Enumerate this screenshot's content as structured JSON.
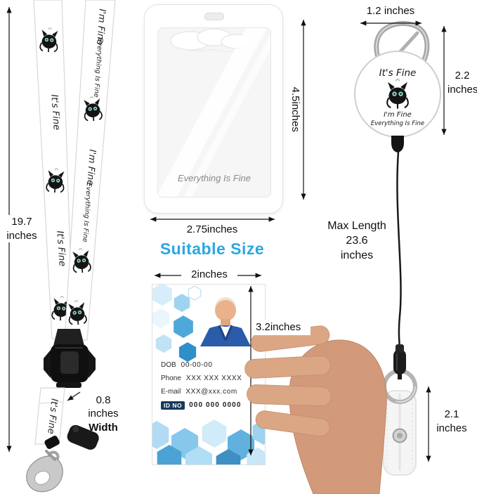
{
  "labels": {
    "lanyard_length": "19.7\ninches",
    "lanyard_width": "0.8\ninches",
    "lanyard_width_caption": "Width",
    "holder_height": "4.5inches",
    "holder_width": "2.75inches",
    "reel_width": "1.2 inches",
    "reel_height": "2.2\ninches",
    "max_length": "Max Length\n23.6\ninches",
    "strap_loop_length": "2.1\ninches",
    "card_width": "2inches",
    "card_height": "3.2inches",
    "suitable_title": "Suitable Size"
  },
  "card": {
    "dob_label": "DOB",
    "dob_value": "00-00-00",
    "phone_label": "Phone",
    "phone_value": "XXX XXX XXXX",
    "email_label": "E-mail",
    "email_value": "XXX@xxx.com",
    "idno_label": "ID NO",
    "idno_value": "000 000 0000"
  },
  "artwork": {
    "its_fine": "It's Fine",
    "im_fine": "I'm Fine",
    "everything_is_fine": "Everything Is Fine"
  },
  "colors": {
    "accent_blue": "#2BA7E1",
    "dimension_line": "#111111",
    "navy_chip": "#17395D",
    "suit_blue": "#2B5CA9",
    "skin": "#D29A7A",
    "cat_eye_teal": "#8FD8D5"
  }
}
